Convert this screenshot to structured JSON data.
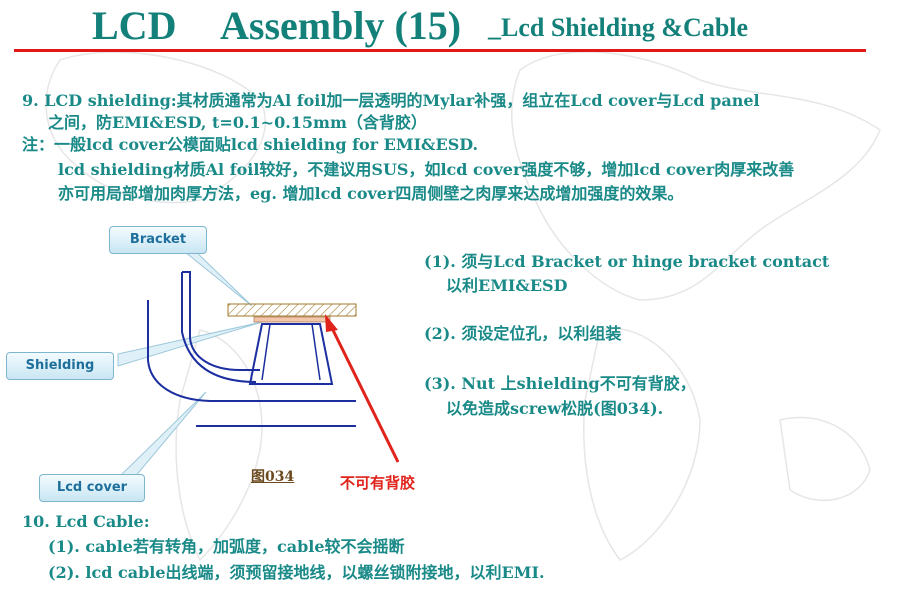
{
  "title": {
    "part1": "LCD",
    "part2": "Assembly (15)",
    "part3": "_Lcd Shielding &Cable"
  },
  "section9": {
    "line1": "9.  LCD  shielding:其材质通常为Al foil加一层透明的Mylar补强，组立在Lcd cover与Lcd panel",
    "line2": "之间，防EMI&ESD, t=0.1~0.15mm（含背胶）",
    "note1": "注：一般lcd cover公模面贴lcd shielding for EMI&ESD.",
    "note2": "lcd shielding材质Al foil较好，不建议用SUS，如lcd cover强度不够，增加lcd cover肉厚来改善",
    "note3": "亦可用局部增加肉厚方法，eg. 增加lcd cover四周侧壁之肉厚来达成增加强度的效果。"
  },
  "callouts": {
    "bracket": "Bracket",
    "shielding": "Shielding",
    "lcd_cover": "Lcd cover"
  },
  "figure": {
    "label": "图034",
    "warning": "不可有背胶"
  },
  "points": {
    "p1a": "(1). 须与Lcd Bracket or hinge bracket contact",
    "p1b": "以利EMI&ESD",
    "p2": "(2). 须设定位孔，以利组装",
    "p3a": "(3). Nut 上shielding不可有背胶，",
    "p3b": "以免造成screw松脱(图034)."
  },
  "section10": {
    "heading": "10. Lcd Cable:",
    "item1": "(1). cable若有转角，加弧度，cable较不会摇断",
    "item2": "(2). lcd cable出线端，须预留接地线，以螺丝锁附接地，以利EMI."
  },
  "colors": {
    "text": "#1a8a88",
    "title": "#14807a",
    "rule": "#e01818",
    "diagram_line": "#1c2fa0",
    "warning": "#e0231b"
  }
}
